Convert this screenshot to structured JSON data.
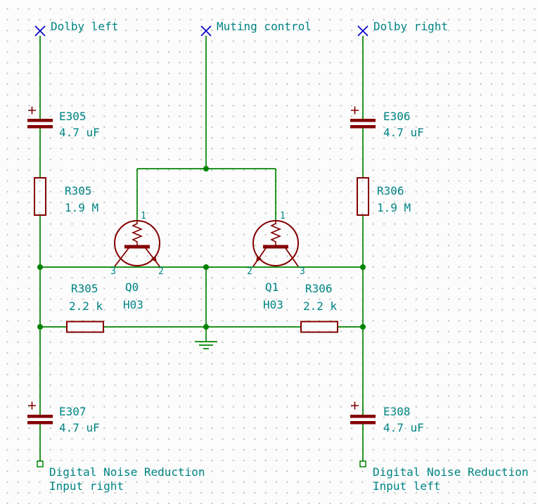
{
  "colors": {
    "wire": "#008400",
    "component": "#840000",
    "text": "#008484",
    "hier_label_x": "#0000C8",
    "background": "#fcfcfc",
    "grid_dot": "#c6c6c6"
  },
  "nets": {
    "dolby_left": "Dolby left",
    "muting_control": "Muting control",
    "dolby_right": "Dolby right",
    "dnr_right_line1": "Digital Noise Reduction",
    "dnr_right_line2": "Input right",
    "dnr_left_line1": "Digital Noise Reduction",
    "dnr_left_line2": "Input left"
  },
  "components": {
    "e305": {
      "ref": "E305",
      "value": "4.7 uF"
    },
    "e306": {
      "ref": "E306",
      "value": "4.7 uF"
    },
    "e307": {
      "ref": "E307",
      "value": "4.7 uF"
    },
    "e308": {
      "ref": "E308",
      "value": "4.7 uF"
    },
    "r305_bias": {
      "ref": "R305",
      "value": "1.9 M"
    },
    "r306_bias": {
      "ref": "R306",
      "value": "1.9 M"
    },
    "r305_emitter": {
      "ref": "R305",
      "value": "2.2 k"
    },
    "r306_emitter": {
      "ref": "R306",
      "value": "2.2 k"
    },
    "q0": {
      "ref": "Q0",
      "value": "H03",
      "pin_base": "1",
      "pin_left": "3",
      "pin_right": "2"
    },
    "q1": {
      "ref": "Q1",
      "value": "H03",
      "pin_base": "1",
      "pin_left": "2",
      "pin_right": "3"
    }
  }
}
